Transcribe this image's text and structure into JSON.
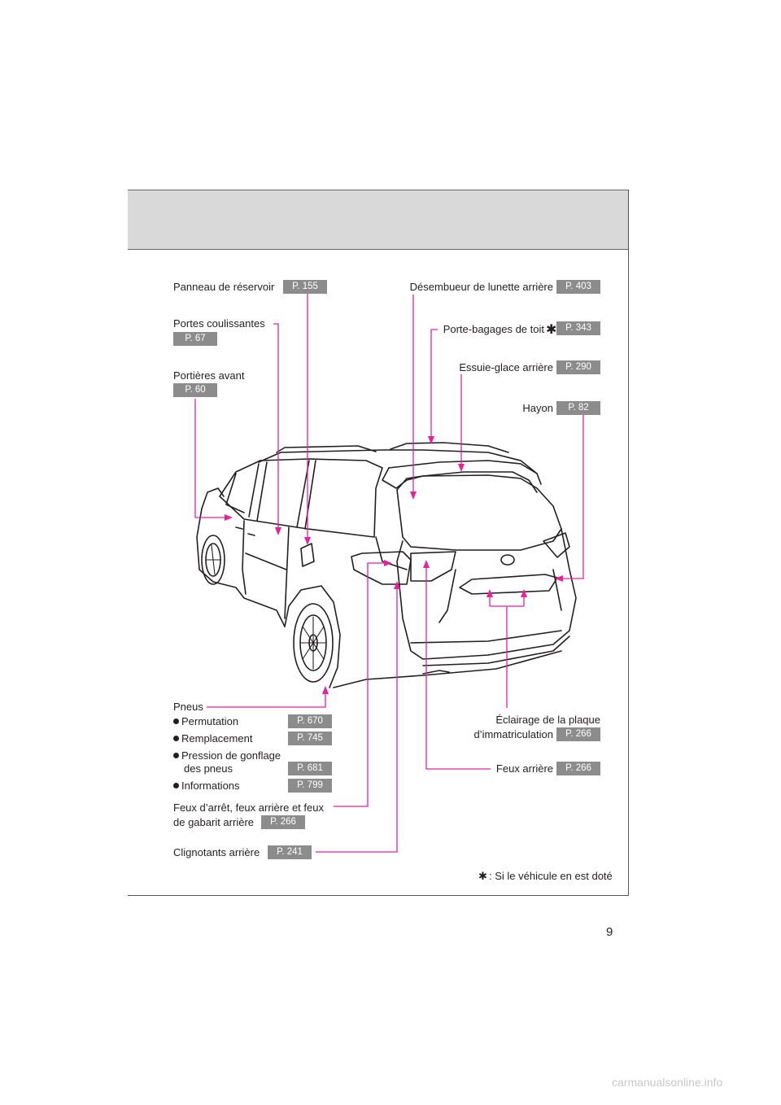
{
  "labels": {
    "panneau": "Panneau de réservoir",
    "portes_coulissantes": "Portes coulissantes",
    "portieres": "Portières avant",
    "desembueur": "Désembueur de lunette arrière",
    "porte_bagages": "Porte-bagages de toit",
    "essuie_glace": "Essuie-glace arrière",
    "hayon": "Hayon",
    "pneus": "Pneus",
    "permutation": "Permutation",
    "remplacement": "Remplacement",
    "pression_1": "Pression de gonflage",
    "pression_2": "des pneus",
    "informations": "Informations",
    "feux_stop_1": "Feux d’arrêt, feux arrière et feux",
    "feux_stop_2": "de gabarit arrière",
    "clignotants": "Clignotants arrière",
    "eclairage_1": "Éclairage de la plaque",
    "eclairage_2": "d’immatriculation",
    "feux_arriere": "Feux arrière",
    "footnote": ": Si le véhicule en est doté"
  },
  "refs": {
    "panneau": "P. 155",
    "portes_coulissantes": "P. 67",
    "portieres": "P. 60",
    "desembueur": "P. 403",
    "porte_bagages": "P. 343",
    "essuie_glace": "P. 290",
    "hayon": "P. 82",
    "permutation": "P. 670",
    "remplacement": "P. 745",
    "pression": "P. 681",
    "informations": "P. 799",
    "feux_stop": "P. 266",
    "clignotants": "P. 241",
    "eclairage": "P. 266",
    "feux_arriere": "P. 266"
  },
  "page_number": "9",
  "watermark": "carmanualsonline.info",
  "colors": {
    "leader": "#e8209c",
    "badge": "#8c8c8c",
    "header": "#d9d9d9"
  }
}
